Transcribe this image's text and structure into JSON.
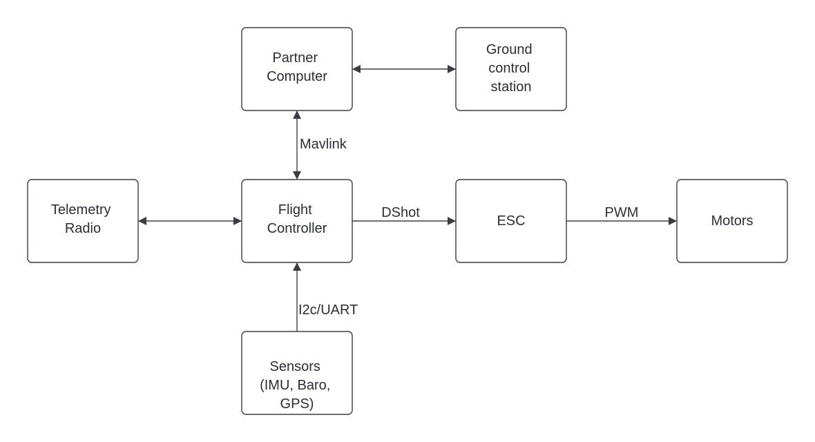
{
  "colors": {
    "stroke": "#3a3d44",
    "text": "#2b2e35",
    "background": "#ffffff"
  },
  "nodes": {
    "partner_computer": {
      "lines": [
        "Partner",
        "Computer"
      ]
    },
    "ground_control_station": {
      "lines": [
        "Ground",
        "control",
        "station"
      ]
    },
    "telemetry_radio": {
      "lines": [
        "Telemetry",
        "Radio"
      ]
    },
    "flight_controller": {
      "lines": [
        "Flight",
        "Controller"
      ]
    },
    "esc": {
      "lines": [
        "ESC"
      ]
    },
    "motors": {
      "lines": [
        "Motors"
      ]
    },
    "sensors": {
      "lines": [
        "Sensors",
        "(IMU, Baro,",
        "GPS)"
      ]
    }
  },
  "edges": {
    "partner_gcs": {
      "label": "",
      "direction": "both"
    },
    "partner_fc": {
      "label": "Mavlink",
      "direction": "both"
    },
    "telemetry_fc": {
      "label": "",
      "direction": "both"
    },
    "fc_esc": {
      "label": "DShot",
      "direction": "forward"
    },
    "esc_motors": {
      "label": "PWM",
      "direction": "forward"
    },
    "sensors_fc": {
      "label": "I2c/UART",
      "direction": "forward"
    }
  }
}
